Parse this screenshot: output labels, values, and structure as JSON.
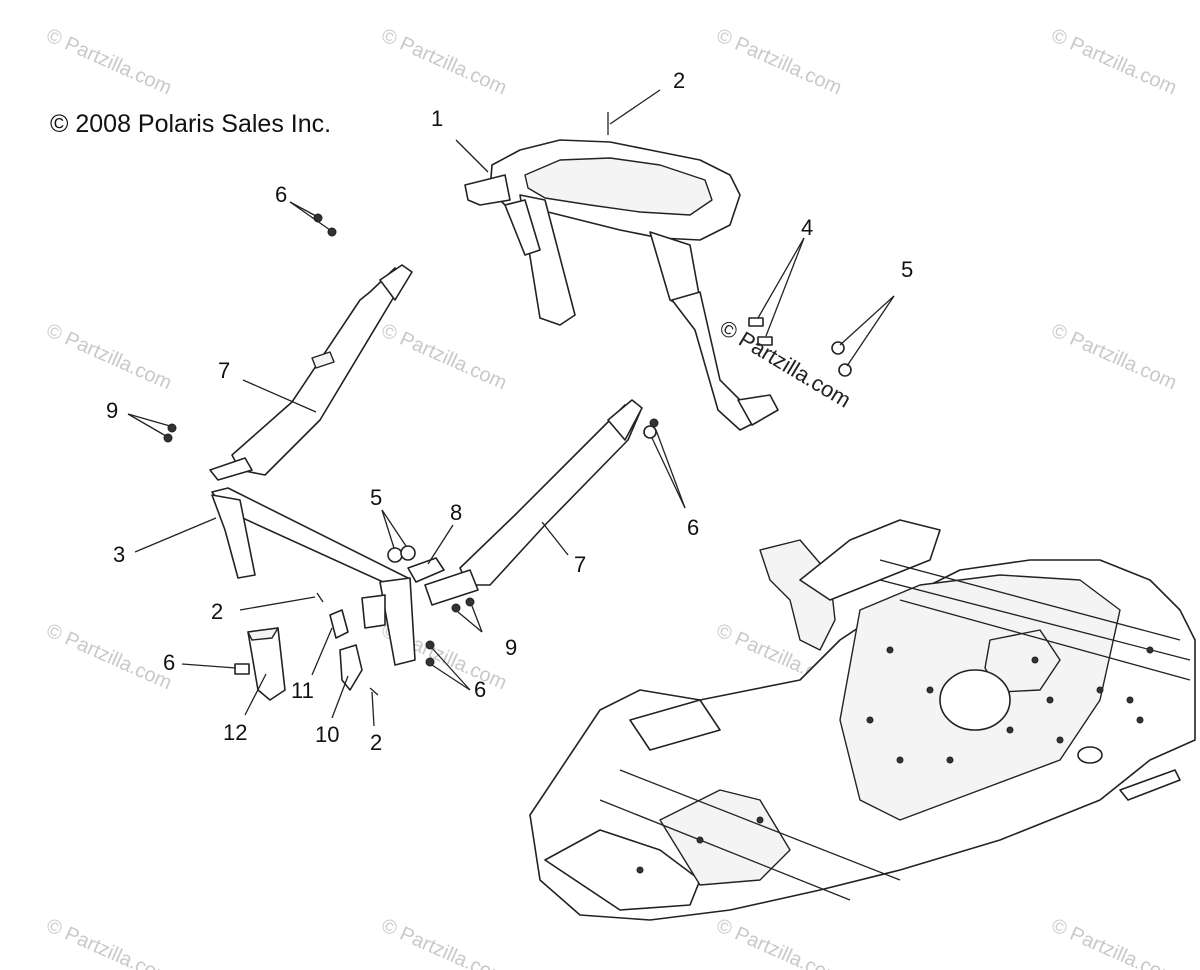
{
  "copyright": "© 2008 Polaris Sales Inc.",
  "watermark": "© Partzilla.com",
  "callouts": [
    "1",
    "2",
    "4",
    "5",
    "6",
    "7",
    "9",
    "6",
    "3",
    "5",
    "8",
    "7",
    "2",
    "6",
    "11",
    "9",
    "6",
    "12",
    "10",
    "2"
  ],
  "colors": {
    "ink": "#222222",
    "watermark": "#c9c9c9",
    "background": "#ffffff"
  }
}
